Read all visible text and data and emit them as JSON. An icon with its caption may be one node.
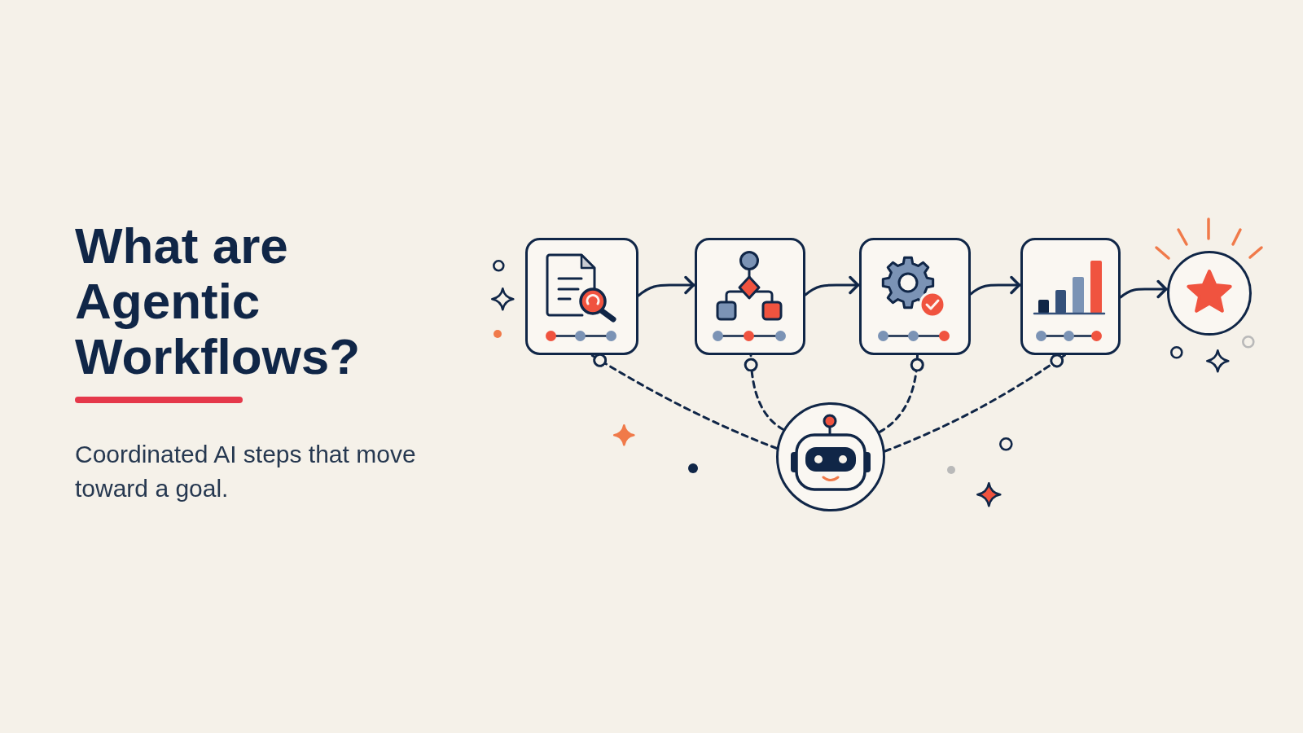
{
  "diagram": {
    "title": "What are Agentic Workflows?",
    "caption": "Coordinated AI steps that move toward a goal.",
    "nodes": [
      {
        "text": [],
        "shape": "box"
      },
      {
        "text": [],
        "shape": "box"
      },
      {
        "text": [],
        "shape": "box"
      },
      {
        "text": [],
        "shape": "box"
      },
      {
        "text": [],
        "shape": "circle"
      },
      {
        "text": [],
        "shape": "circle"
      }
    ],
    "edges": [
      {
        "from": 0,
        "to": 1,
        "arrow": "to"
      },
      {
        "from": 1,
        "to": 2,
        "arrow": "to"
      },
      {
        "from": 2,
        "to": 3,
        "arrow": "to"
      },
      {
        "from": 3,
        "to": 4,
        "arrow": "to"
      },
      {
        "from": 5,
        "to": 0,
        "arrow": "other",
        "style": "dashed"
      },
      {
        "from": 5,
        "to": 1,
        "arrow": "other",
        "style": "dashed"
      },
      {
        "from": 5,
        "to": 2,
        "arrow": "other",
        "style": "dashed"
      },
      {
        "from": 5,
        "to": 3,
        "arrow": "other",
        "style": "dashed"
      }
    ]
  }
}
